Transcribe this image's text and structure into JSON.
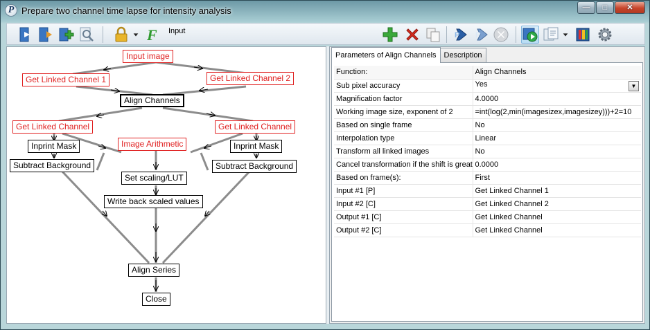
{
  "window": {
    "title": "Prepare two channel time lapse for intensity analysis",
    "app_icon": "P",
    "controls": {
      "minimize": "—",
      "maximize": "□",
      "close": "✕"
    }
  },
  "toolbar": {
    "label": "Input",
    "icons": [
      "import-icon",
      "export-icon",
      "add-module-icon",
      "search-icon",
      "lock-icon",
      "dropdown-arrow-icon",
      "formula-icon",
      "add-icon",
      "delete-icon",
      "copy-icon",
      "run-icon",
      "run-step-icon",
      "stop-icon",
      "execute-icon",
      "view-options-icon",
      "dropdown-arrow-icon",
      "display-icon",
      "settings-icon"
    ]
  },
  "flow": {
    "nodes": {
      "input_image": "Input image",
      "get_linked_1": "Get Linked Channel 1",
      "get_linked_2": "Get Linked Channel 2",
      "align_channels": "Align Channels",
      "get_linked_left": "Get Linked Channel",
      "get_linked_right": "Get Linked Channel",
      "image_arithmetic": "Image Arithmetic",
      "inprint_mask_left": "Inprint Mask",
      "inprint_mask_right": "Inprint Mask",
      "subtract_bg_left": "Subtract Background",
      "subtract_bg_right": "Subtract Background",
      "set_scaling": "Set scaling/LUT",
      "write_back": "Write back scaled values",
      "align_series": "Align Series",
      "close": "Close"
    }
  },
  "tabs": [
    {
      "label": "Parameters of Align Channels",
      "active": true
    },
    {
      "label": "Description",
      "active": false
    }
  ],
  "params": [
    {
      "key": "Function:",
      "value": "Align Channels"
    },
    {
      "key": "Sub pixel accuracy",
      "value": "Yes",
      "dropdown": true
    },
    {
      "key": "Magnification factor",
      "value": "4.0000"
    },
    {
      "key": "Working image size, exponent of 2",
      "value": "=int(log(2,min(imagesizex,imagesizey)))+2=10"
    },
    {
      "key": "Based on single frame",
      "value": "No"
    },
    {
      "key": "Interpolation type",
      "value": "Linear"
    },
    {
      "key": "Transform all linked images",
      "value": "No"
    },
    {
      "key": "Cancel transformation if the shift is great",
      "value": "0.0000"
    },
    {
      "key": "Based on frame(s):",
      "value": "First"
    },
    {
      "key": "Input #1 [P]",
      "value": "Get Linked Channel 1"
    },
    {
      "key": "Input #2 [C]",
      "value": "Get Linked Channel 2"
    },
    {
      "key": "Output #1 [C]",
      "value": "Get Linked Channel"
    },
    {
      "key": "Output #2 [C]",
      "value": "Get Linked Channel"
    }
  ],
  "colors": {
    "error_red": "#e02020",
    "accent_blue": "#1f5fa8"
  }
}
